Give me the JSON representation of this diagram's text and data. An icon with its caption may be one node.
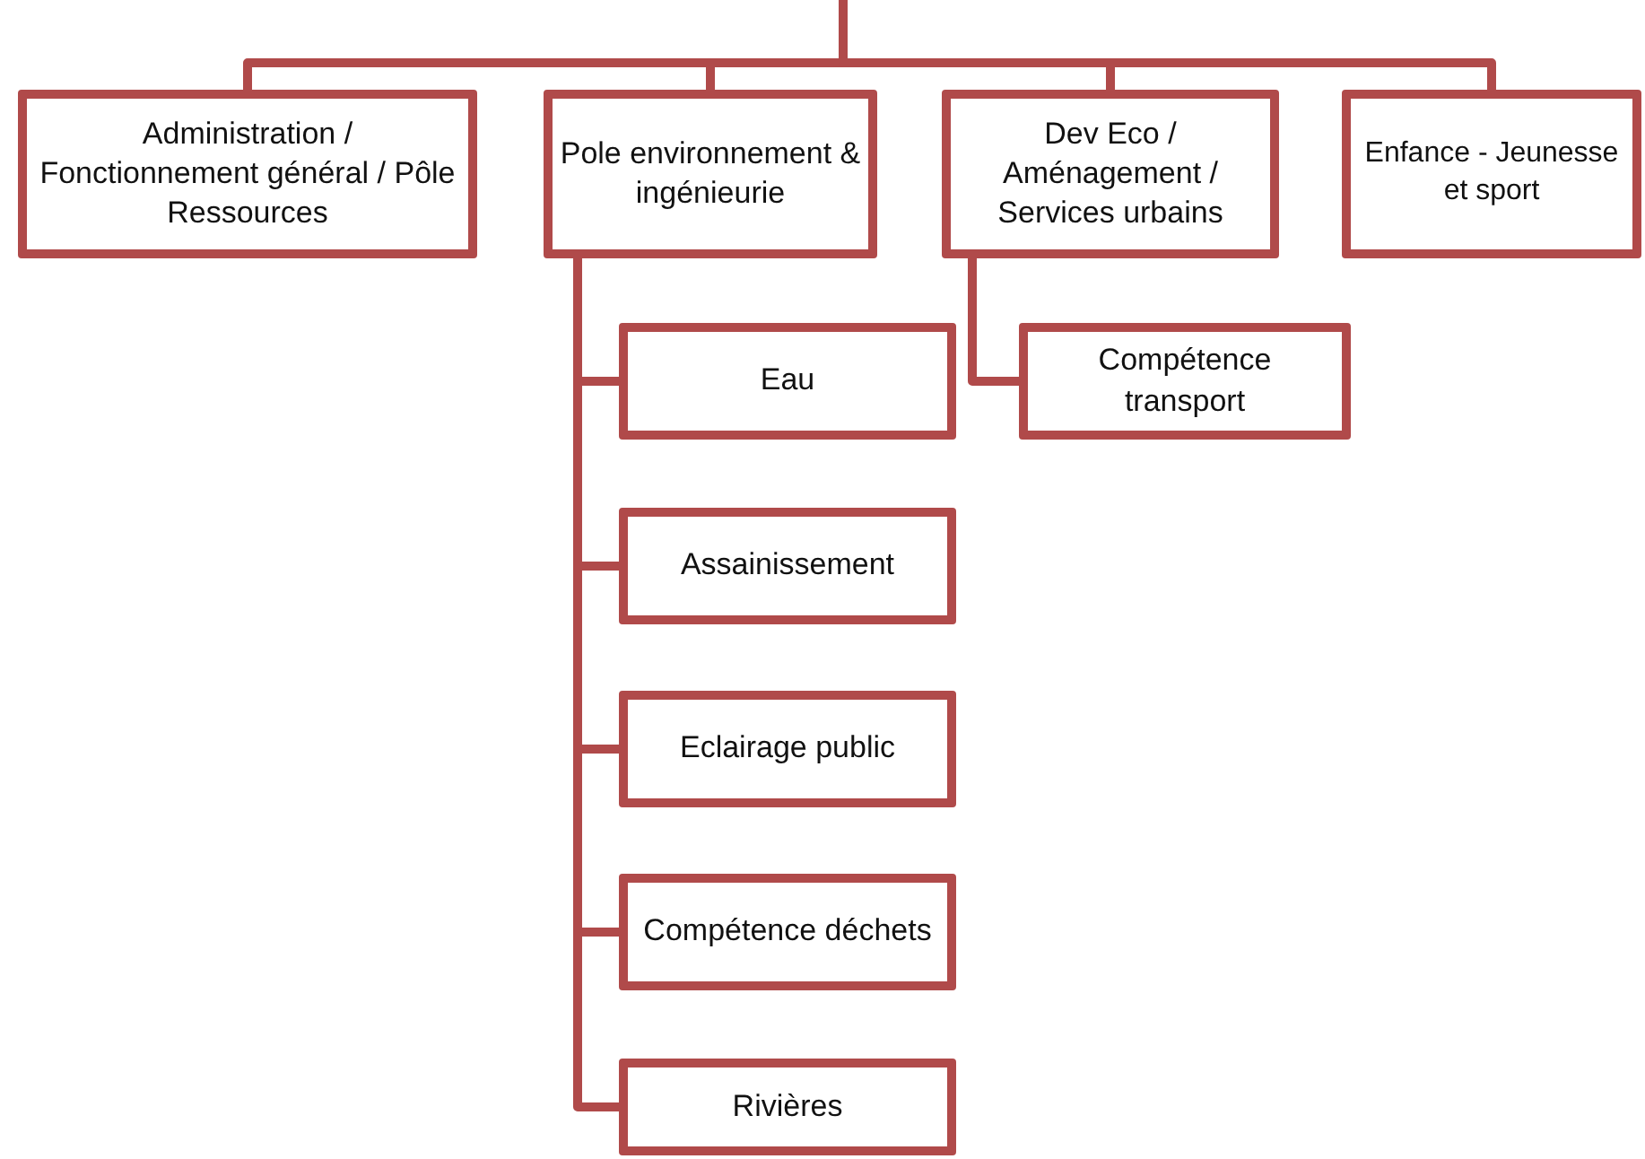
{
  "diagram": {
    "nodes": [
      {
        "text": [
          "Administration / Fonctionnement général / Pôle Ressources"
        ]
      },
      {
        "text": [
          "Pole environnement & ingénieurie"
        ]
      },
      {
        "text": [
          "Dev Eco / Aménagement / Services urbains"
        ]
      },
      {
        "text": [
          "Enfance - Jeunesse et sport"
        ]
      },
      {
        "text": [
          "Eau"
        ]
      },
      {
        "text": [
          "Compétence transport"
        ]
      },
      {
        "text": [
          "Assainissement"
        ]
      },
      {
        "text": [
          "Eclairage public"
        ]
      },
      {
        "text": [
          "Compétence déchets"
        ]
      },
      {
        "text": [
          "Rivières"
        ]
      }
    ],
    "edges": [
      {
        "from": null,
        "to": 0,
        "arrow": "none"
      },
      {
        "from": null,
        "to": 1,
        "arrow": "none"
      },
      {
        "from": null,
        "to": 2,
        "arrow": "none"
      },
      {
        "from": null,
        "to": 3,
        "arrow": "none"
      },
      {
        "from": 1,
        "to": 4,
        "arrow": "none"
      },
      {
        "from": 2,
        "to": 5,
        "arrow": "none"
      },
      {
        "from": 1,
        "to": 6,
        "arrow": "none"
      },
      {
        "from": 1,
        "to": 7,
        "arrow": "none"
      },
      {
        "from": 1,
        "to": 8,
        "arrow": "none"
      },
      {
        "from": 1,
        "to": 9,
        "arrow": "none"
      }
    ]
  }
}
